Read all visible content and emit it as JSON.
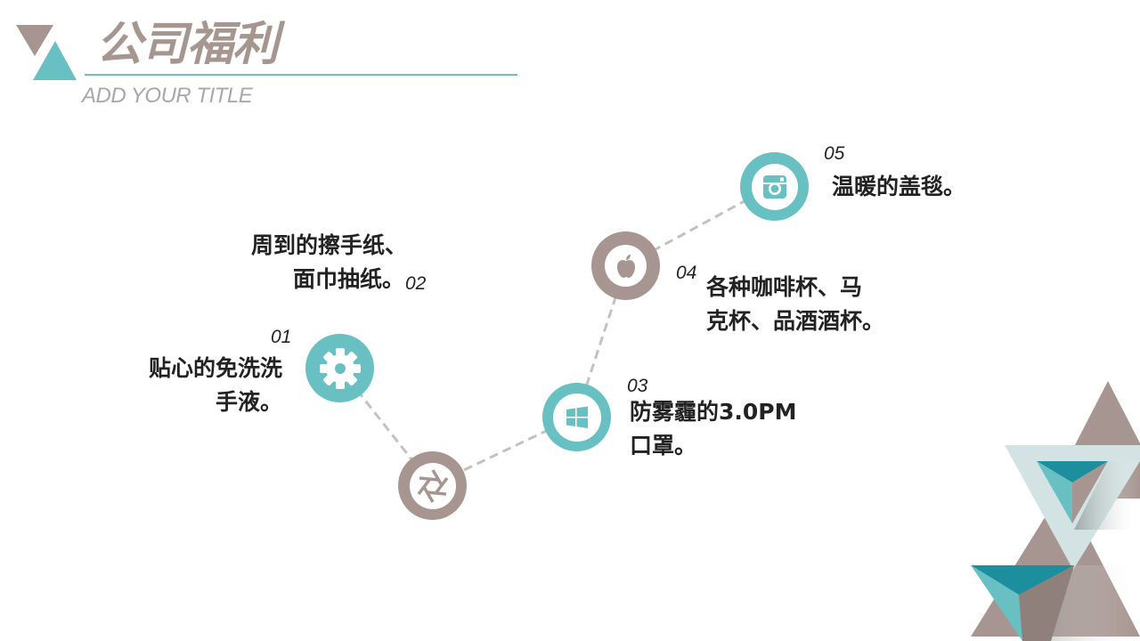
{
  "header": {
    "title": "公司福利",
    "subtitle": "ADD YOUR TITLE"
  },
  "colors": {
    "teal": "#69c0c3",
    "taupe": "#a69590",
    "dark_teal": "#1d8e9e",
    "pale_teal": "#d3e3e3",
    "dashed_line": "#c2c2c2",
    "text": "#222222"
  },
  "items": [
    {
      "number": "01",
      "lines": [
        "贴心的免洗洗",
        "手液。"
      ],
      "icon": "gear-icon",
      "node_color": "teal"
    },
    {
      "number": "02",
      "lines": [
        "周到的擦手纸、",
        "面巾抽纸。"
      ],
      "icon": "aperture-icon",
      "node_color": "taupe"
    },
    {
      "number": "03",
      "lines": [
        "防雾霾的3.0PM",
        "口罩。"
      ],
      "icon": "windows-icon",
      "node_color": "teal"
    },
    {
      "number": "04",
      "lines": [
        "各种咖啡杯、马",
        "克杯、品酒酒杯。"
      ],
      "icon": "apple-icon",
      "node_color": "taupe"
    },
    {
      "number": "05",
      "lines": [
        "温暖的盖毯。"
      ],
      "icon": "camera-icon",
      "node_color": "teal"
    }
  ]
}
